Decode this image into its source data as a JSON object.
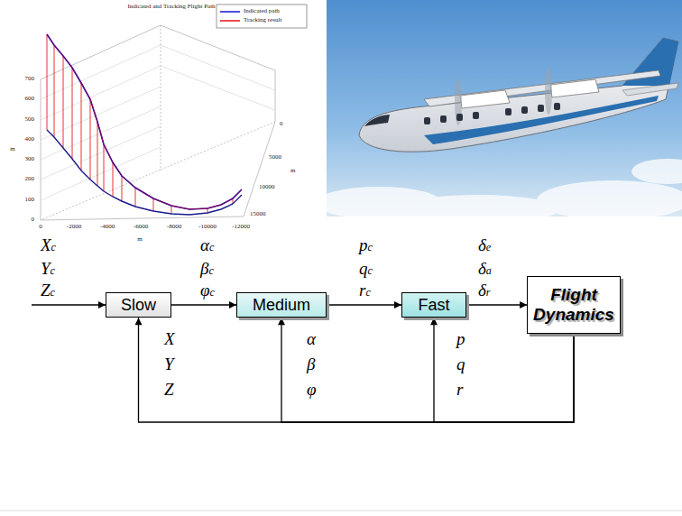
{
  "diagram": {
    "nodes": [
      {
        "text": [
          "Slow"
        ]
      },
      {
        "text": [
          "Medium"
        ]
      },
      {
        "text": [
          "Fast"
        ]
      },
      {
        "text": [
          "Flight Dynamics"
        ]
      }
    ],
    "edges": [
      {
        "from": 0,
        "to": 1,
        "arrow": "to"
      },
      {
        "from": 1,
        "to": 2,
        "arrow": "to"
      },
      {
        "from": 2,
        "to": 3,
        "arrow": "to"
      },
      {
        "from": 3,
        "to": 0,
        "arrow": "to"
      },
      {
        "from": 3,
        "to": 1,
        "arrow": "to"
      },
      {
        "from": 3,
        "to": 2,
        "arrow": "to"
      }
    ],
    "labels": [
      "Indicated and Tracking Flight Path",
      "700",
      "600",
      "500",
      "400",
      "300",
      "200",
      "100",
      "0",
      "m",
      "0",
      "-2000",
      "-4000",
      "-6000",
      "-8000",
      "-10000",
      "-12000",
      "m",
      "0",
      "5000",
      "10000",
      "15000",
      "m",
      "Xc",
      "Yc",
      "Zc",
      "αc",
      "βc",
      "φc",
      "pc",
      "qc",
      "rc",
      "δe",
      "δa",
      "δr",
      "X",
      "Y",
      "Z",
      "α",
      "β",
      "φ",
      "p",
      "q",
      "r"
    ],
    "legend": [
      {
        "text": "Indicated path"
      },
      {
        "text": "Tracking result"
      }
    ]
  }
}
